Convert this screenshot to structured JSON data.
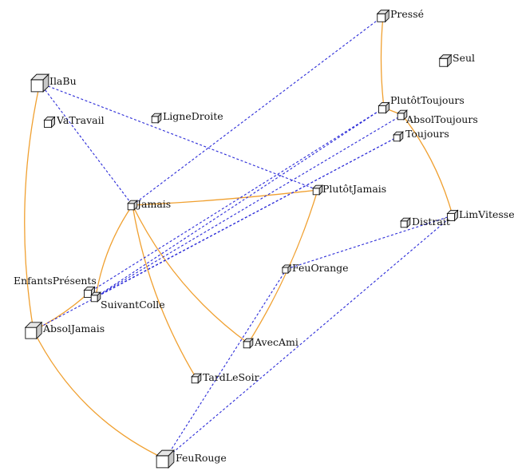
{
  "colors": {
    "solid_edge": "#f0a030",
    "dashed_edge": "#2a2ad8",
    "cube_front": "#ffffff",
    "cube_top": "#e6e6e6",
    "cube_side": "#c8c8c8",
    "label": "#111111"
  },
  "nodes": [
    {
      "id": "presse",
      "label": "Pressé"
    },
    {
      "id": "seul",
      "label": "Seul"
    },
    {
      "id": "ilabu",
      "label": "IlaBu"
    },
    {
      "id": "vatravail",
      "label": "VaTravail"
    },
    {
      "id": "lignedroite",
      "label": "LigneDroite"
    },
    {
      "id": "plutottoujours",
      "label": "PlutôtToujours"
    },
    {
      "id": "absoltoujours",
      "label": "AbsolToujours"
    },
    {
      "id": "toujours",
      "label": "Toujours"
    },
    {
      "id": "jamais",
      "label": "Jamais"
    },
    {
      "id": "plutotjamais",
      "label": "PlutôtJamais"
    },
    {
      "id": "limvitesse",
      "label": "LimVitesse"
    },
    {
      "id": "distrait",
      "label": "Distrait"
    },
    {
      "id": "feuorange",
      "label": "FeuOrange"
    },
    {
      "id": "enfantspresents",
      "label": "EnfantsPrésents"
    },
    {
      "id": "suivantcolle",
      "label": "SuivantColle"
    },
    {
      "id": "absoljamais",
      "label": "AbsolJamais"
    },
    {
      "id": "avecami",
      "label": "AvecAmi"
    },
    {
      "id": "tardlesoir",
      "label": "TardLeSoir"
    },
    {
      "id": "feurouge",
      "label": "FeuRouge"
    }
  ],
  "edges_solid": [
    [
      "presse",
      "plutottoujours"
    ],
    [
      "plutottoujours",
      "absoltoujours"
    ],
    [
      "absoltoujours",
      "limvitesse"
    ],
    [
      "ilabu",
      "absoljamais"
    ],
    [
      "absoljamais",
      "feurouge"
    ],
    [
      "jamais",
      "plutotjamais"
    ],
    [
      "jamais",
      "suivantcolle"
    ],
    [
      "jamais",
      "tardlesoir"
    ],
    [
      "jamais",
      "avecami"
    ],
    [
      "plutotjamais",
      "avecami"
    ],
    [
      "enfantspresents",
      "absoljamais"
    ]
  ],
  "edges_dashed": [
    [
      "presse",
      "jamais"
    ],
    [
      "ilabu",
      "jamais"
    ],
    [
      "ilabu",
      "plutotjamais"
    ],
    [
      "plutottoujours",
      "enfantspresents"
    ],
    [
      "plutottoujours",
      "suivantcolle"
    ],
    [
      "absoltoujours",
      "suivantcolle"
    ],
    [
      "toujours",
      "suivantcolle"
    ],
    [
      "toujours",
      "absoljamais"
    ],
    [
      "feuorange",
      "feurouge"
    ],
    [
      "feuorange",
      "limvitesse"
    ],
    [
      "limvitesse",
      "feurouge"
    ]
  ]
}
